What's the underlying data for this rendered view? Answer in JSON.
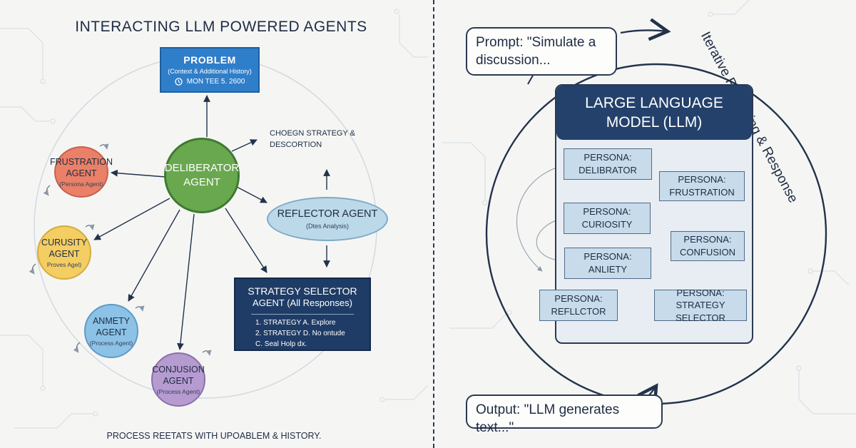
{
  "left": {
    "title": "INTERACTING LLM POWERED AGENTS",
    "problem": {
      "title": "PROBLEM",
      "subtitle": "(Context & Additional History)",
      "date": "MON TEE 5. 2600"
    },
    "deliberator": {
      "line1": "DELIBERATOR",
      "line2": "AGENT"
    },
    "frustration": {
      "line1": "FRUSTRATION",
      "line2": "AGENT",
      "sub": "(Persona Agent)"
    },
    "curiosity": {
      "line1": "CURUSITY",
      "line2": "AGENT",
      "sub": "Proves Agel)"
    },
    "anxiety": {
      "line1": "ANMETY",
      "line2": "AGENT",
      "sub": "(Process Agent)"
    },
    "confusion": {
      "line1": "CONJUSION",
      "line2": "AGENT",
      "sub": "(Process Agent)"
    },
    "reflector": {
      "title": "REFLECTOR AGENT",
      "sub": "(Dtes Analysis)"
    },
    "choose": {
      "line1": "CHOEGN STRATEGY &",
      "line2": "DESCORTION"
    },
    "strategy": {
      "title": "STRATEGY SELECTOR",
      "subtitle": "AGENT (All Responses)",
      "items": [
        "1. STRATEGY A. Explore",
        "2. STRATEGY D. No ontude",
        "C. Seal Holp dx."
      ]
    },
    "footer": "PROCESS REETATS WITH UPOABLEM & HISTORY."
  },
  "right": {
    "prompt": "Prompt: \"Simulate a discussion...",
    "output": "Output: \"LLM generates text...\"",
    "arc_label": "Iterative Prompting & Response Generation",
    "llm": {
      "line1": "LARGE LANGUAGE",
      "line2": "MODEL (LLM)"
    },
    "personas": [
      {
        "label": "PERSONA:",
        "name": "DELIBRATOR"
      },
      {
        "label": "PERSONA:",
        "name": "FRUSTRATION"
      },
      {
        "label": "PERSONA:",
        "name": "CURIOSITY"
      },
      {
        "label": "PERSONA:",
        "name": "CONFUSION"
      },
      {
        "label": "PERSONA:",
        "name": "ANLIETY"
      },
      {
        "label": "PERSONA:",
        "name": "REFLLCTOR"
      },
      {
        "label": "PERSONA:",
        "name": "STRATEGY SELECTOR"
      }
    ]
  },
  "colors": {
    "background": "#f5f6f4",
    "problem": "#2f7ec9",
    "deliberator": "#6aa84f",
    "frustration": "#ea8067",
    "curiosity": "#f4cd63",
    "anxiety": "#8cc2e6",
    "confusion": "#b69bd0",
    "reflector": "#bcd9ea",
    "strategy": "#1f3c66",
    "llm_header": "#23416b",
    "persona": "#c7dbea",
    "ink": "#22324a"
  }
}
